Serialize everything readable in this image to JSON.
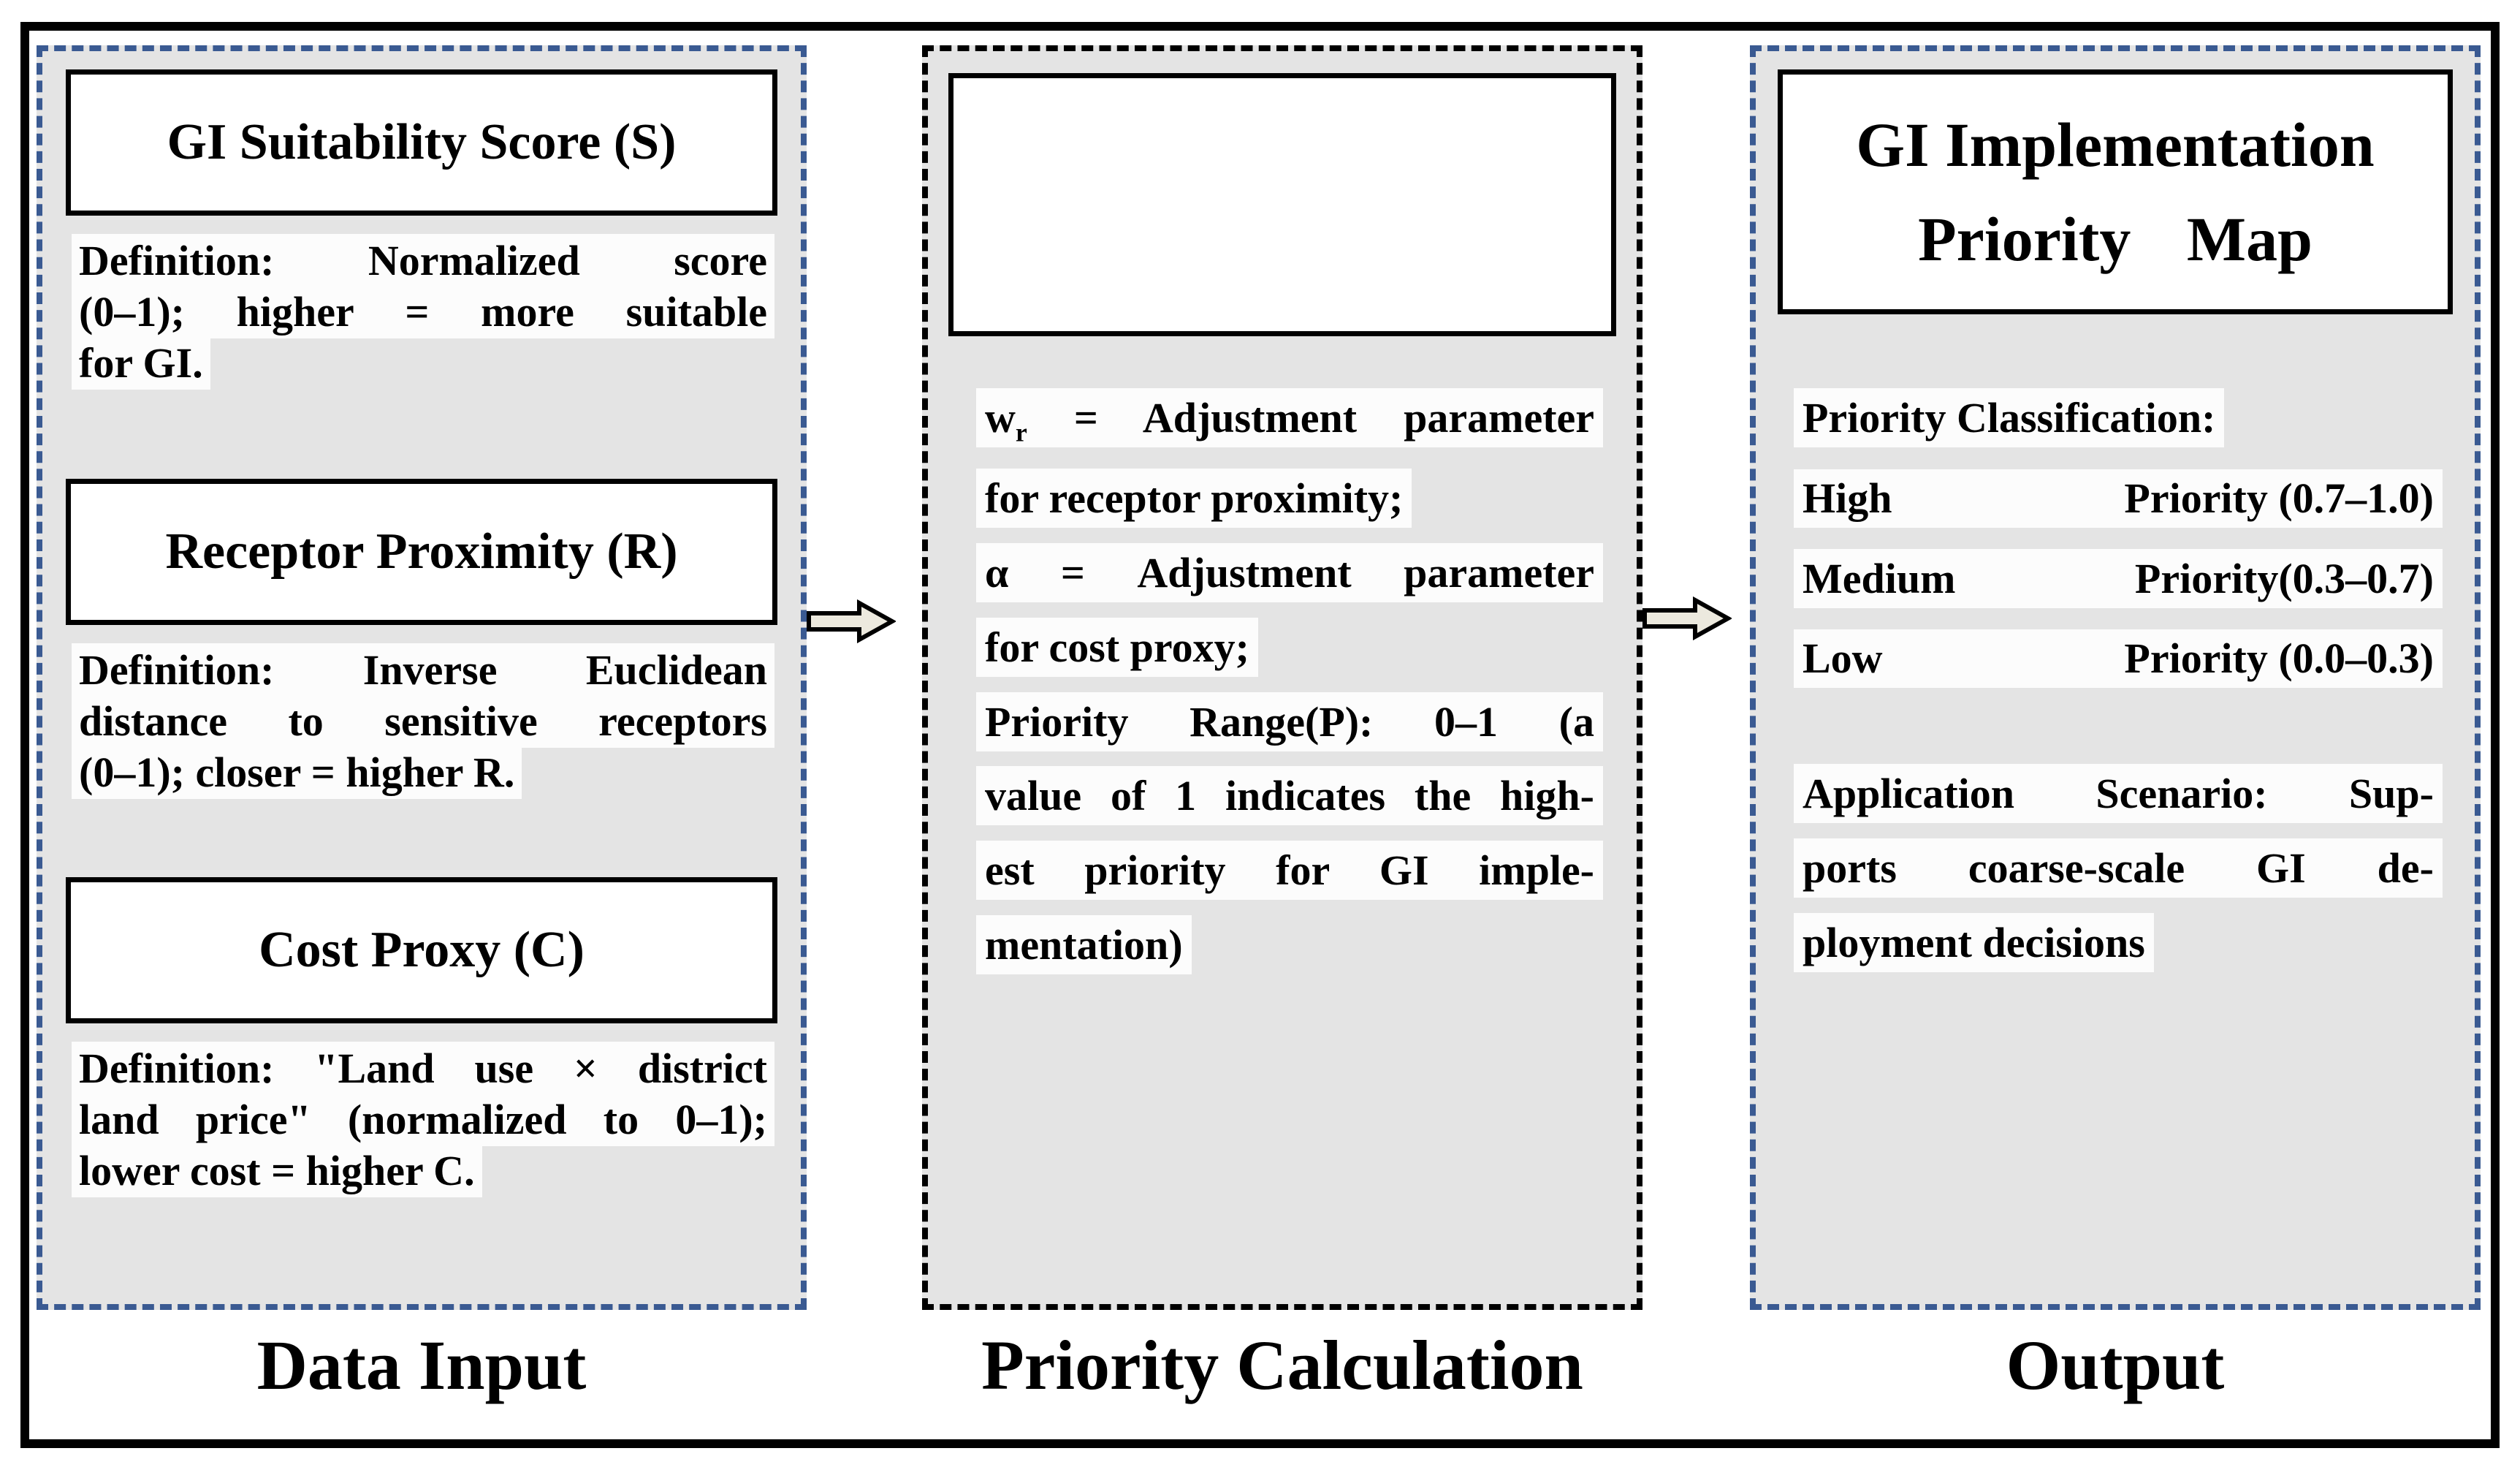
{
  "colors": {
    "panel_bg": "#e4e4e4",
    "blue_border": "#3a5a92",
    "black_border": "#000000",
    "arrow_fill": "#ece9de",
    "highlight_bg": "#fcfcfc"
  },
  "panels": {
    "data_input": {
      "label": "Data Input",
      "items": [
        {
          "title": "GI Suitability Score (S)",
          "def_lines": [
            "Definition: Normalized score",
            "(0–1); higher = more suitable",
            "for GI."
          ]
        },
        {
          "title": "Receptor Proximity (R)",
          "def_lines": [
            "Definition: Inverse Euclidean",
            "distance to sensitive receptors",
            "(0–1); closer = higher R."
          ]
        },
        {
          "title": "Cost Proxy (C)",
          "def_lines": [
            "Definition: \"Land use × district",
            "land price\" (normalized to 0–1);",
            "lower cost = higher C."
          ]
        }
      ]
    },
    "priority_calculation": {
      "label": "Priority Calculation",
      "w_base": "w",
      "w_sub": "r",
      "w_rest": " = Adjustment parameter",
      "line2": "for receptor proximity;",
      "line3": "α = Adjustment parameter",
      "line4": "for cost proxy;",
      "line5": "Priority Range(P): 0–1 (a",
      "line6": "value of 1 indicates the high-",
      "line7": "est priority for GI imple-",
      "line8": "mentation)"
    },
    "output": {
      "label": "Output",
      "map_title_line1": "GI Implementation",
      "map_title_line2": "Priority Map",
      "class_header": "Priority Classification:",
      "high_label": "High",
      "high_range": "Priority (0.7–1.0)",
      "medium": "Medium Priority(0.3–0.7)",
      "low_label": "Low",
      "low_range": "Priority (0.0–0.3)",
      "app_line1": "Application Scenario: Sup-",
      "app_line2": "ports coarse-scale GI de-",
      "app_line3": "ployment decisions"
    }
  }
}
